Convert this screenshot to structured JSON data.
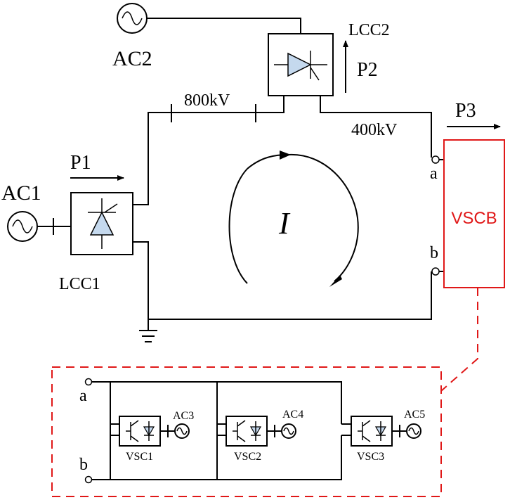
{
  "labels": {
    "ac1": "AC1",
    "ac2": "AC2",
    "lcc1": "LCC1",
    "lcc2": "LCC2",
    "p1": "P1",
    "p2": "P2",
    "p3": "P3",
    "v800": "800kV",
    "v400": "400kV",
    "term_a": "a",
    "term_b": "b",
    "current": "I",
    "vscb": "VSCB"
  },
  "detail": {
    "term_a": "a",
    "term_b": "b",
    "vsc1": "VSC1",
    "vsc2": "VSC2",
    "vsc3": "VSC3",
    "ac3": "AC3",
    "ac4": "AC4",
    "ac5": "AC5"
  },
  "colors": {
    "line": "#000000",
    "accent_red": "#e01818",
    "diode_fill": "#c5d9ee"
  },
  "icons": [
    "ac-source-icon",
    "thyristor-icon",
    "igbt-icon",
    "ground-icon",
    "arrow-icon"
  ]
}
